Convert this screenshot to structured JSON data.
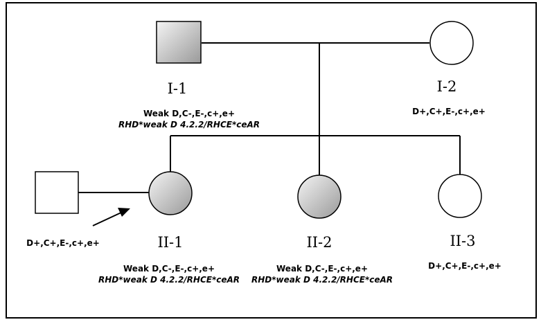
{
  "individuals": {
    "I1": {
      "id": "I-1",
      "phenotype": "Weak D,C-,E-,c+,e+",
      "genotype": "RHD*weak D 4.2.2/RHCE*ceAR",
      "affected": true
    },
    "I2": {
      "id": "I-2",
      "phenotype": "D+,C+,E-,c+,e+",
      "affected": false
    },
    "II1": {
      "id": "II-1",
      "phenotype": "Weak D,C-,E-,c+,e+",
      "genotype": "RHD*weak D 4.2.2/RHCE*ceAR",
      "affected": true,
      "proband": true
    },
    "II2": {
      "id": "II-2",
      "phenotype": "Weak D,C-,E-,c+,e+",
      "genotype": "RHD*weak D 4.2.2/RHCE*ceAR",
      "affected": true
    },
    "II3": {
      "id": "II-3",
      "phenotype": "D+,C+,E-,c+,e+",
      "affected": false
    },
    "spouse": {
      "phenotype": "D+,C+,E-,c+,e+",
      "affected": false
    }
  },
  "colors": {
    "affected_light": "#f2f2f2",
    "affected_dark": "#9a9a9a",
    "unaffected": "#ffffff",
    "stroke": "#000000"
  }
}
